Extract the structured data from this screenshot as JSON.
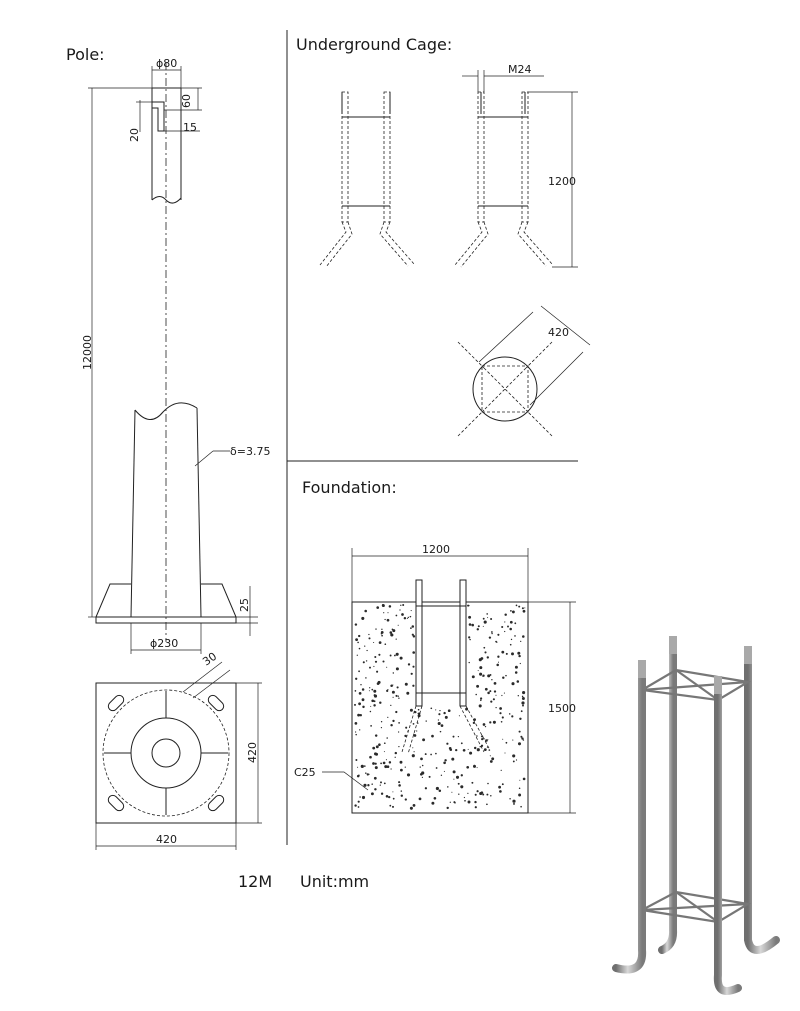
{
  "sections": {
    "pole": "Pole:",
    "cage": "Underground  Cage:",
    "foundation": "Foundation:"
  },
  "pole_dims": {
    "top_dia": "ϕ80",
    "slot_h": "60",
    "slot_w": "20",
    "slot_off": "15",
    "height": "12000",
    "thickness": "δ=3.75",
    "flange_t": "25",
    "base_dia": "ϕ230",
    "hole": "30",
    "plate_w": "420",
    "plate_h": "420"
  },
  "cage_dims": {
    "bolt": "M24",
    "height": "1200",
    "diag": "420"
  },
  "foundation_dims": {
    "width": "1200",
    "depth": "1500",
    "concrete": "C25"
  },
  "footer": {
    "model": "12M",
    "unit": "Unit:mm"
  },
  "colors": {
    "line": "#222222",
    "rod": "#8c8c8c"
  }
}
